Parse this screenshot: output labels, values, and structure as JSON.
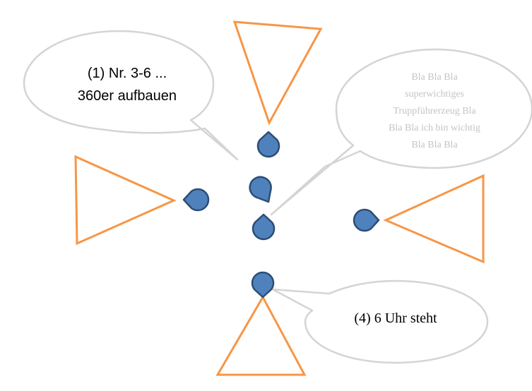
{
  "bubbles": {
    "b1": {
      "lines": [
        "(1) Nr. 3-6 ...",
        "360er aufbauen"
      ]
    },
    "b2": {
      "lines": [
        "Bla Bla Bla",
        "superwichtiges",
        "Truppführerzeug Bla",
        "Bla Bla ich bin wichtig",
        "Bla Bla Bla"
      ]
    },
    "b3": {
      "lines": [
        "(4) 6 Uhr steht"
      ]
    }
  },
  "colors": {
    "triangle_stroke": "#f79646",
    "drop_fill": "#4f81bd",
    "drop_stroke": "#2c4d75",
    "bubble_stroke": "#d4d4d4",
    "bubble_fill": "#ffffff"
  }
}
